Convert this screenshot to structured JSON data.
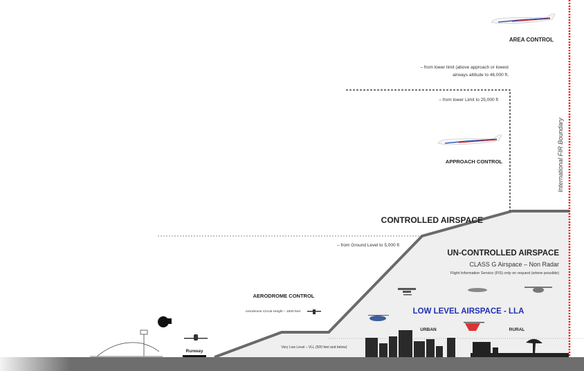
{
  "area_control": {
    "title": "AREA CONTROL",
    "range_line1": "– from lower limit (above approach or lowest",
    "range_line2": "airways altitude to 46,000 ft."
  },
  "approach_control": {
    "range": "– from lower Limit to 25,000 ft",
    "title": "APPROACH CONTROL"
  },
  "controlled_airspace": "CONTROLLED AIRSPACE",
  "ground_to_5000": "– from Ground Level to 5,000 ft",
  "uncontrolled": {
    "title": "UN-CONTROLLED AIRSPACE",
    "class": "CLASS G Airspace – Non Radar",
    "fis": "Flight Information Service (FIS) only on request (where possible)"
  },
  "lla": {
    "title": "LOW LEVEL AIRSPACE - LLA",
    "urban": "URBAN",
    "rural": "RURAL"
  },
  "aerodrome": {
    "title": "AERODROME CONTROL",
    "circuit": "Aerodrome Circuit Height – 1500 feet"
  },
  "runway": "Runway",
  "vll": "Very Low Level – VLL (500 feet  and below)",
  "fir_boundary": "International FIR Boundary",
  "colors": {
    "lla_blue": "#1f2fb5",
    "fir_red": "#e01010",
    "ground": "#6e6e6e",
    "uncontrolled_fill": "#efefef",
    "boundary_line": "#6a6a6a"
  }
}
